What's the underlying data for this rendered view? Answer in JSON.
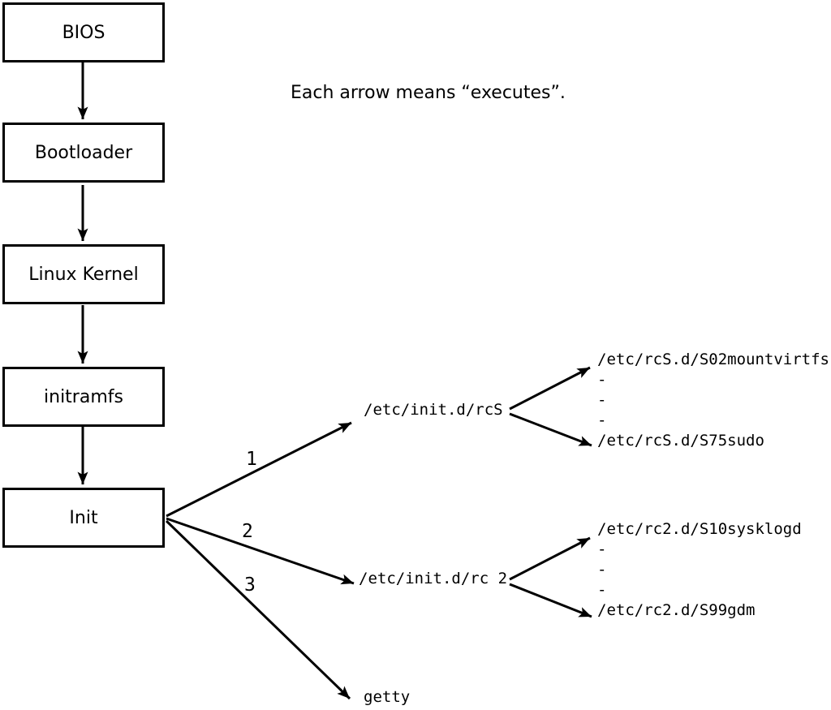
{
  "note": "Each arrow means “executes”.",
  "flow_boxes": [
    {
      "label": "BIOS"
    },
    {
      "label": "Bootloader"
    },
    {
      "label": "Linux Kernel"
    },
    {
      "label": "initramfs"
    },
    {
      "label": "Init"
    }
  ],
  "edge_labels": [
    "1",
    "2",
    "3"
  ],
  "targets": {
    "rcS": "/etc/init.d/rcS",
    "rc2": "/etc/init.d/rc 2",
    "getty": "getty"
  },
  "rcS_children": [
    "/etc/rcS.d/S02mountvirtfs",
    "-",
    "-",
    "-",
    "/etc/rcS.d/S75sudo"
  ],
  "rc2_children": [
    "/etc/rc2.d/S10sysklogd",
    "-",
    "-",
    "-",
    "/etc/rc2.d/S99gdm"
  ],
  "colors": {
    "foreground": "#000000",
    "background": "#ffffff"
  }
}
